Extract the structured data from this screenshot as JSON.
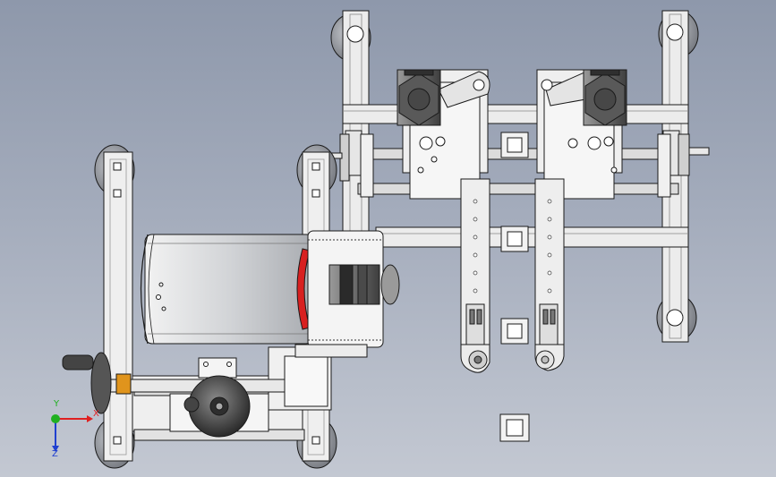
{
  "viewport": {
    "background_top": "#8e98ab",
    "background_bottom": "#c3c8d2"
  },
  "model": {
    "frame_color": "#eeeeee",
    "edge_color": "#1a1a1a",
    "drum_color": "#cfd1d4",
    "accent_color": "#d82020",
    "wheel_color": "#9c9fa6",
    "motor_color": "#6a6a6a",
    "brass_color": "#e0941c",
    "handle_color": "#555555"
  },
  "triad": {
    "x_label": "X",
    "y_label": "Y",
    "z_label": "Z",
    "x_color": "#e02020",
    "y_color": "#20b020",
    "z_color": "#2040d0"
  }
}
